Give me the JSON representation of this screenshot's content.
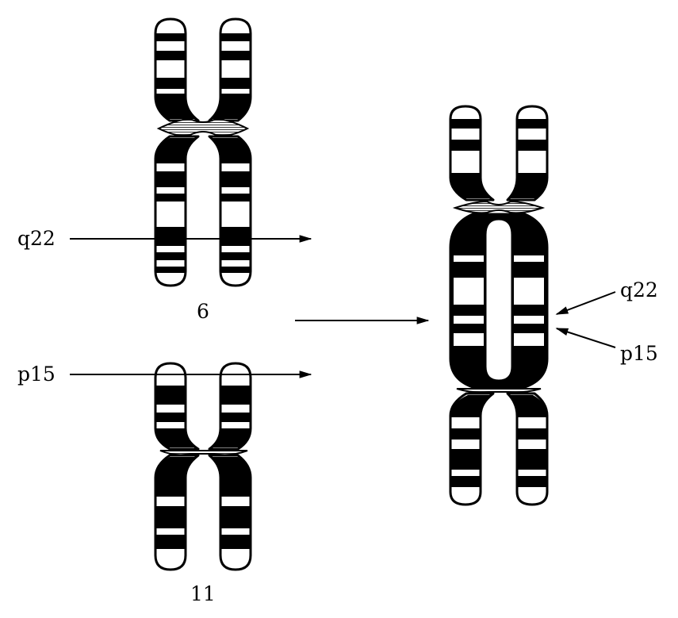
{
  "labels": {
    "chromosome_6": "6",
    "chromosome_11": "11",
    "q22_left": "q22",
    "p15_left": "p15",
    "q22_right": "q22",
    "p15_right": "p15"
  },
  "colors": {
    "ink": "#000000",
    "paper": "#ffffff"
  }
}
